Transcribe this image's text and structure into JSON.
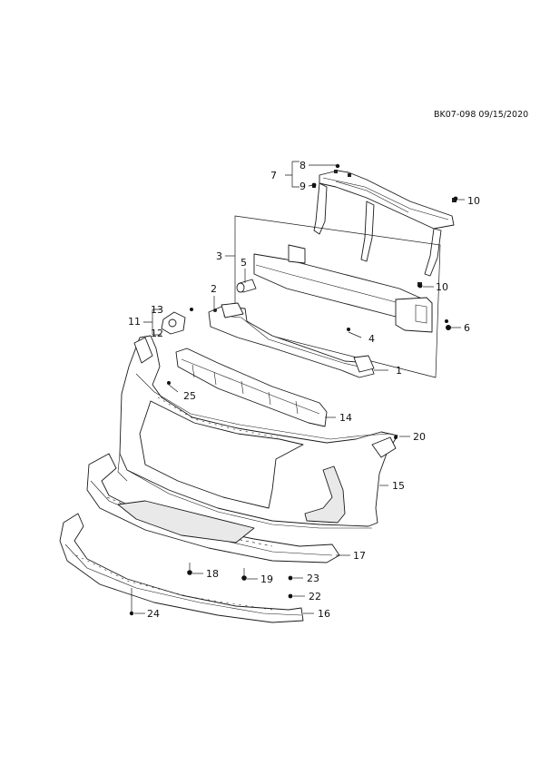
{
  "reference": "BK07-098 09/15/2020",
  "callouts": {
    "c1": "1",
    "c2": "2",
    "c3": "3",
    "c4": "4",
    "c5": "5",
    "c6": "6",
    "c7": "7",
    "c8": "8",
    "c9": "9",
    "c10a": "10",
    "c10b": "10",
    "c11": "11",
    "c12": "12",
    "c13": "13",
    "c14": "14",
    "c15": "15",
    "c16": "16",
    "c17": "17",
    "c18": "18",
    "c19": "19",
    "c20": "20",
    "c22": "22",
    "c23": "23",
    "c24": "24",
    "c25": "25"
  }
}
